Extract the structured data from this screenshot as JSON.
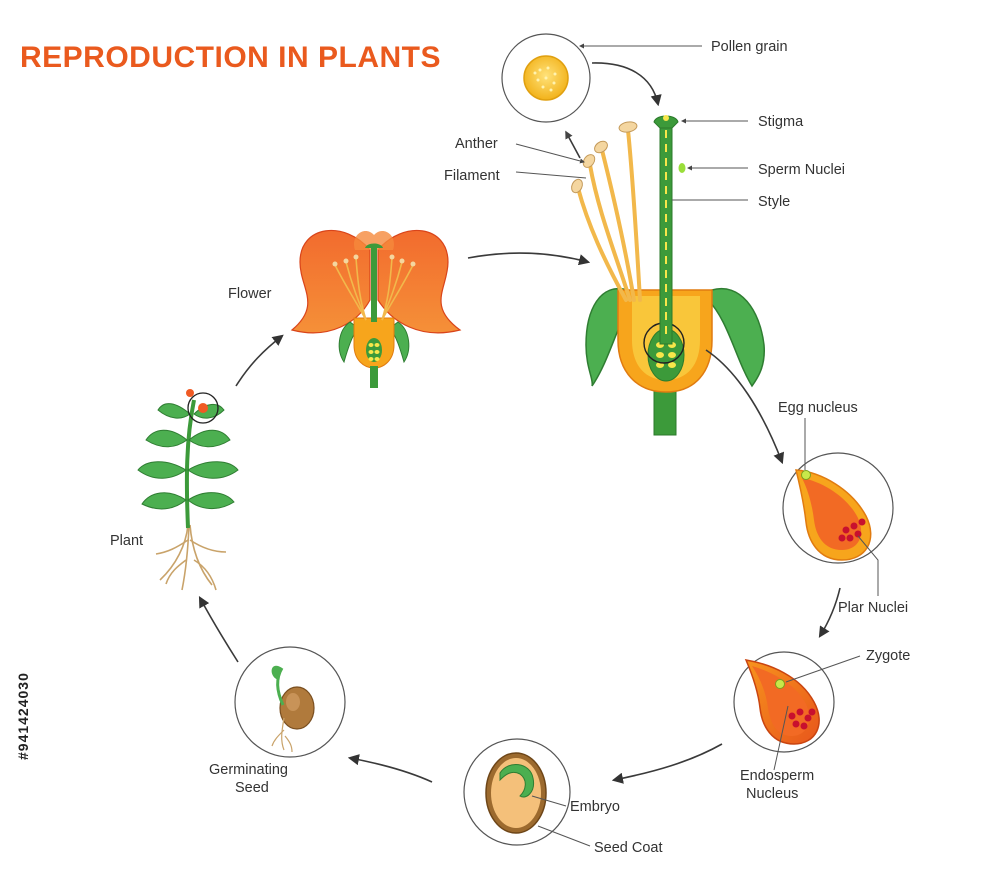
{
  "title": "REPRODUCTION IN PLANTS",
  "labels": {
    "pollen_grain": "Pollen grain",
    "stigma": "Stigma",
    "anther": "Anther",
    "filament": "Filament",
    "sperm_nuclei": "Sperm Nuclei",
    "style": "Style",
    "flower": "Flower",
    "egg_nucleus": "Egg nucleus",
    "plar_nuclei": "Plar Nuclei",
    "zygote": "Zygote",
    "endosperm_line1": "Endosperm",
    "endosperm_line2": "Nucleus",
    "embryo": "Embryo",
    "seed_coat": "Seed Coat",
    "germinating_line1": "Germinating",
    "germinating_line2": "Seed",
    "plant": "Plant"
  },
  "side_text": "#941424030",
  "colors": {
    "title": "#ea5a1e",
    "petal": "#f05a24",
    "ovary": "#f7a51c",
    "stem": "#3c9a3a",
    "leaf": "#4caf50",
    "filament": "#f2b84b",
    "seed": "#b07a3c",
    "nucleus": "#c8102e"
  }
}
